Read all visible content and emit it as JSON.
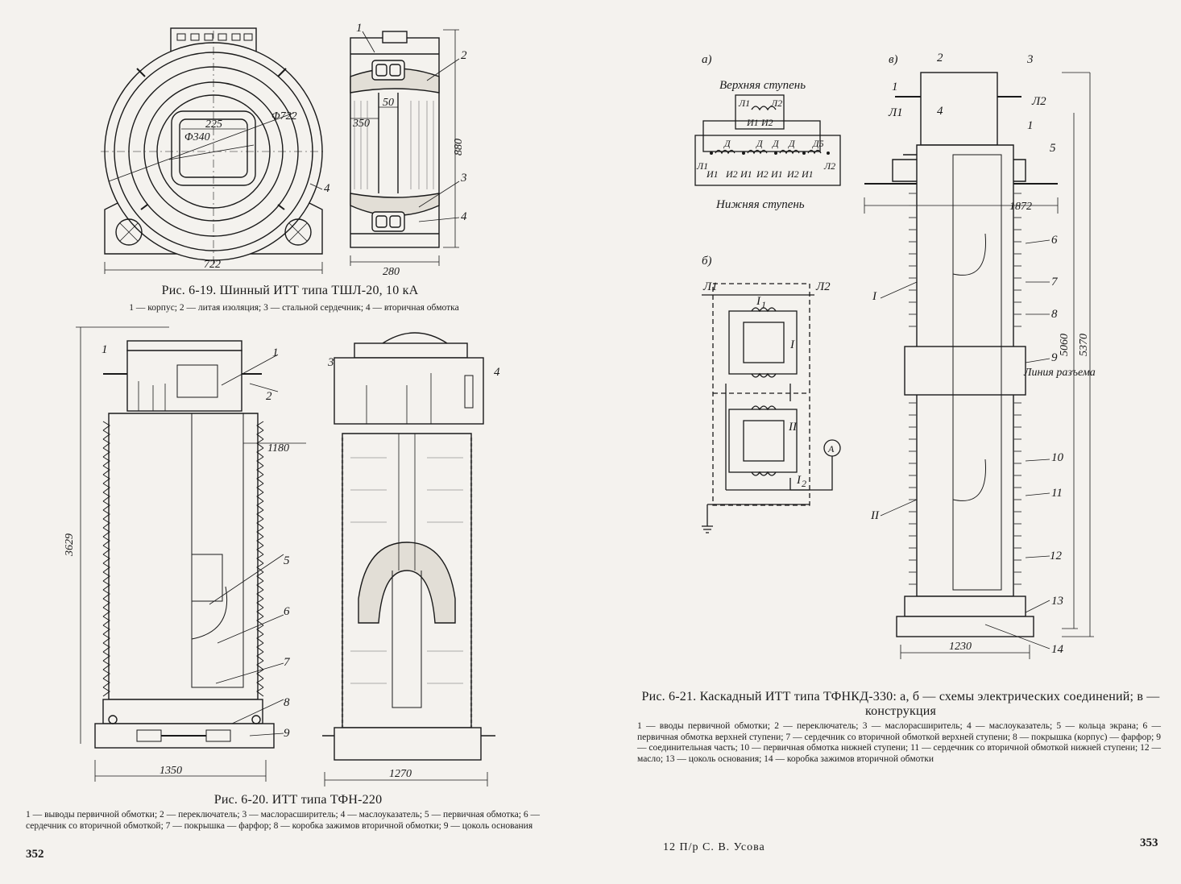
{
  "left_page": {
    "fig619": {
      "caption": "Рис. 6-19. Шинный ИТТ типа ТШЛ-20, 10 кА",
      "legend": "1 — корпус; 2 — литая изоляция; 3 — стальной сердечник; 4 — вторичная обмотка",
      "labels": {
        "d722": "Φ722",
        "w225": "225",
        "d340": "Φ340",
        "h880": "880",
        "w350": "350",
        "w50": "50",
        "w722": "722",
        "w280": "280",
        "n1": "1",
        "n2": "2",
        "n3": "3",
        "n4a": "4",
        "n4b": "4"
      }
    },
    "fig620": {
      "caption": "Рис. 6-20. ИТТ типа ТФН-220",
      "legend": "1 — выводы первичной обмотки; 2 — переключатель; 3 — маслорасширитель; 4 — маслоуказатель; 5 — первичная обмотка; 6 — сердечник со вторичной обмоткой; 7 — покрышка — фарфор; 8 — коробка зажимов вторичной обмотки; 9 — цоколь основания",
      "labels": {
        "h3629": "3629",
        "w1180": "1180",
        "w1350": "1350",
        "w1270": "1270",
        "n1a": "1",
        "n1b": "1",
        "n2": "2",
        "n3": "3",
        "n4": "4",
        "n5": "5",
        "n6": "6",
        "n7": "7",
        "n8": "8",
        "n9": "9"
      }
    },
    "page_number": "352"
  },
  "right_page": {
    "fig621": {
      "caption": "Рис. 6-21. Каскадный ИТТ типа ТФНКД-330: а, б — схемы электрических соединений; в — конструкция",
      "legend": "1 — вводы первичной обмотки; 2 — переключатель; 3 — маслорасширитель; 4 — маслоуказатель; 5 — кольца экрана; 6 — первичная обмотка верхней ступени; 7 — сердечник со вторичной обмоткой верхней ступени; 8 — покрышка (корпус) — фарфор; 9 — соединительная часть; 10 — первичная обмотка нижней ступени; 11 — сердечник со вторичной обмоткой нижней ступени; 12 — масло; 13 — цоколь основания; 14 — коробка зажимов вторичной обмотки",
      "diagram_a": {
        "tag": "а)",
        "upper": "Верхняя ступень",
        "lower": "Нижняя ступень",
        "top_terms": {
          "L1": "Л1",
          "L2": "Л2",
          "I1": "И1",
          "I2": "И2"
        },
        "bottom_terms": [
          "Л1",
          "И1",
          "И2",
          "И1",
          "И2",
          "И1",
          "И2",
          "И1",
          "Л2"
        ],
        "d_marks": [
          "Д",
          "Д",
          "Д",
          "Д",
          "Д5"
        ]
      },
      "diagram_b": {
        "tag": "б)",
        "L1": "Л1",
        "L2": "Л2",
        "I1": "I",
        "I1sub": "1",
        "I2": "I",
        "I2sub": "2",
        "stage1": "I",
        "stage2": "II",
        "ammeter": "A"
      },
      "diagram_v": {
        "tag": "в)",
        "dims": {
          "w1872": "1872",
          "w1230": "1230",
          "h5060": "5060",
          "h5370": "5370"
        },
        "split_line": "Линия разъема",
        "terms": {
          "L1": "Л1",
          "L2": "Л2"
        },
        "roman": {
          "I": "I",
          "II": "II"
        },
        "nums": [
          "1",
          "1",
          "2",
          "3",
          "4",
          "5",
          "6",
          "7",
          "8",
          "9",
          "10",
          "11",
          "12",
          "13",
          "14"
        ]
      }
    },
    "footer": "12 П/р С. В. Усова",
    "page_number": "353"
  },
  "colors": {
    "paper": "#f4f2ee",
    "ink": "#1a1a1a",
    "hatch": "#444444"
  }
}
